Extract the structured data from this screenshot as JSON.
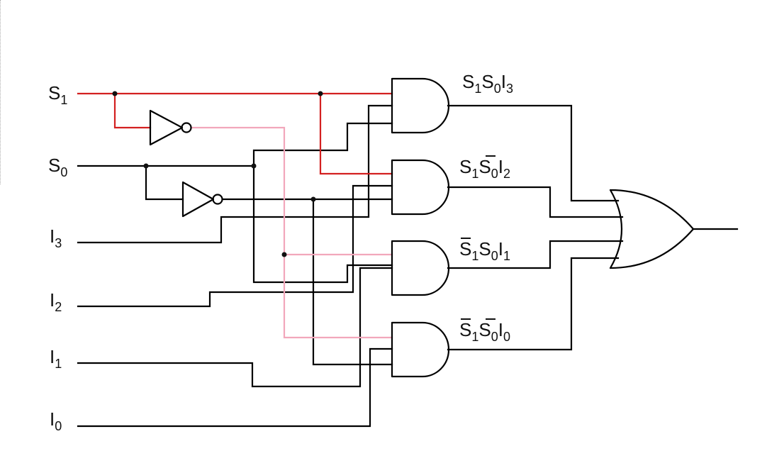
{
  "colors": {
    "wire": "#000000",
    "s1_line": "#d32020",
    "not_s1_line": "#f2a7bb"
  },
  "inputs": {
    "s1": {
      "main": "S",
      "sub": "1"
    },
    "s0": {
      "main": "S",
      "sub": "0"
    },
    "i3": {
      "main": "I",
      "sub": "3"
    },
    "i2": {
      "main": "I",
      "sub": "2"
    },
    "i1": {
      "main": "I",
      "sub": "1"
    },
    "i0": {
      "main": "I",
      "sub": "0"
    }
  },
  "terms": {
    "and0": [
      {
        "main": "S",
        "sub": "1"
      },
      {
        "main": "S",
        "sub": "0"
      },
      {
        "main": "I",
        "sub": "3"
      }
    ],
    "and1": [
      {
        "main": "S",
        "sub": "1"
      },
      {
        "main": "S",
        "sub": "0"
      },
      {
        "main": "I",
        "sub": "2"
      }
    ],
    "and2": [
      {
        "main": "S",
        "sub": "1"
      },
      {
        "main": "S",
        "sub": "0"
      },
      {
        "main": "I",
        "sub": "1"
      }
    ],
    "and3": [
      {
        "main": "S",
        "sub": "1"
      },
      {
        "main": "S",
        "sub": "0"
      },
      {
        "main": "I",
        "sub": "0"
      }
    ]
  }
}
